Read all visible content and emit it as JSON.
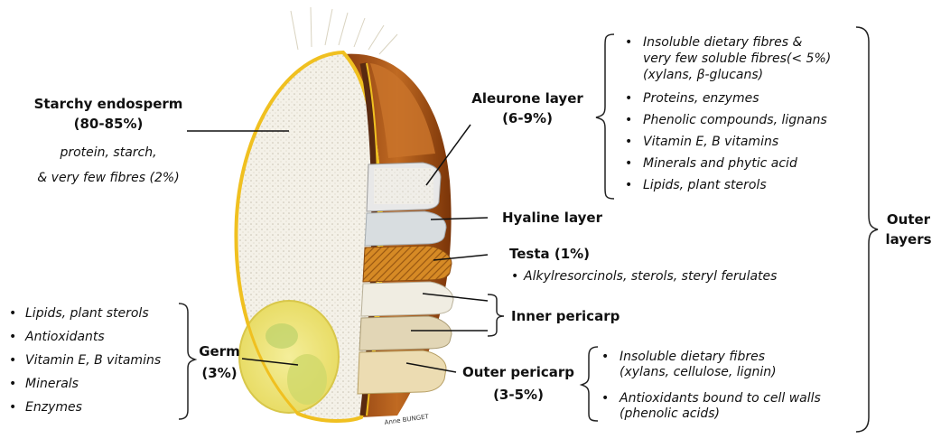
{
  "starchy": {
    "title": "Starchy endosperm",
    "pct": "(80-85%)",
    "desc1": "protein, starch,",
    "desc2": "& very few fibres (2%)"
  },
  "aleurone": {
    "title": "Aleurone layer",
    "pct": "(6-9%)",
    "items": [
      "Insoluble dietary fibres &",
      "very few soluble fibres(< 5%)",
      "(xylans, β-glucans)",
      "Proteins, enzymes",
      "Phenolic compounds, lignans",
      "Vitamin E, B vitamins",
      "Minerals and phytic acid",
      "Lipids, plant sterols"
    ]
  },
  "hyaline": {
    "title": "Hyaline layer"
  },
  "testa": {
    "title": "Testa (1%)",
    "items": [
      "Alkylresorcinols, sterols, steryl ferulates"
    ]
  },
  "inner_pericarp": {
    "title": "Inner pericarp"
  },
  "outer_pericarp": {
    "title": "Outer pericarp",
    "pct": "(3-5%)",
    "items": [
      "Insoluble dietary fibres",
      "(xylans, cellulose, lignin)",
      "Antioxidants bound to cell walls",
      "(phenolic acids)"
    ]
  },
  "outer_layers": {
    "line1": "Outer",
    "line2": "layers"
  },
  "germ": {
    "title": "Germ",
    "pct": "(3%)",
    "items": [
      "Lipids, plant sterols",
      "Antioxidants",
      "Vitamin E, B vitamins",
      "Minerals",
      "Enzymes"
    ]
  },
  "signature": "Anne BUNGET",
  "colors": {
    "endosperm": "#f3f0e6",
    "bran": "#b8621f",
    "germ": "#e9e27a",
    "testa": "#d98e2a",
    "outline": "#f0c020"
  }
}
